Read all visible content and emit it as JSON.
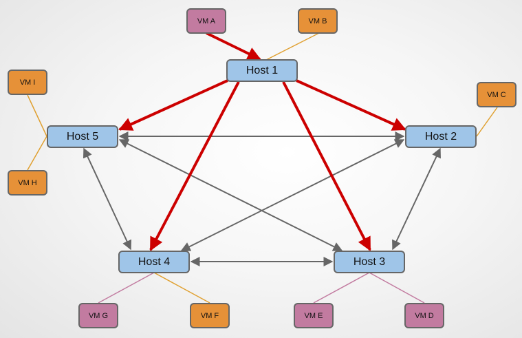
{
  "colors": {
    "host_fill": "#9fc5e8",
    "vm_magenta": "#c27ba0",
    "vm_orange": "#e69138",
    "migration_arrow": "#cc0000",
    "peer_arrow": "#666666",
    "link_magenta": "#c27ba0",
    "link_orange": "#e0a030"
  },
  "hosts": [
    {
      "id": "h1",
      "label": "Host 1"
    },
    {
      "id": "h2",
      "label": "Host 2"
    },
    {
      "id": "h3",
      "label": "Host 3"
    },
    {
      "id": "h4",
      "label": "Host 4"
    },
    {
      "id": "h5",
      "label": "Host 5"
    }
  ],
  "vms": [
    {
      "id": "vmA",
      "label": "VM A",
      "color": "magenta",
      "host": "h1"
    },
    {
      "id": "vmB",
      "label": "VM B",
      "color": "orange",
      "host": "h1"
    },
    {
      "id": "vmC",
      "label": "VM C",
      "color": "orange",
      "host": "h2"
    },
    {
      "id": "vmD",
      "label": "VM D",
      "color": "magenta",
      "host": "h3"
    },
    {
      "id": "vmE",
      "label": "VM E",
      "color": "magenta",
      "host": "h3"
    },
    {
      "id": "vmF",
      "label": "VM F",
      "color": "orange",
      "host": "h4"
    },
    {
      "id": "vmG",
      "label": "VM G",
      "color": "magenta",
      "host": "h4"
    },
    {
      "id": "vmH",
      "label": "VM H",
      "color": "orange",
      "host": "h5"
    },
    {
      "id": "vmI",
      "label": "VM I",
      "color": "orange",
      "host": "h5"
    }
  ],
  "edges": {
    "migration": [
      {
        "from": "vmA",
        "to": "h1"
      },
      {
        "from": "h1",
        "to": "h2"
      },
      {
        "from": "h1",
        "to": "h3"
      },
      {
        "from": "h1",
        "to": "h4"
      },
      {
        "from": "h1",
        "to": "h5"
      }
    ],
    "peer_bidirectional": [
      [
        "h5",
        "h2"
      ],
      [
        "h5",
        "h3"
      ],
      [
        "h5",
        "h4"
      ],
      [
        "h2",
        "h4"
      ],
      [
        "h2",
        "h3"
      ],
      [
        "h4",
        "h3"
      ]
    ]
  }
}
